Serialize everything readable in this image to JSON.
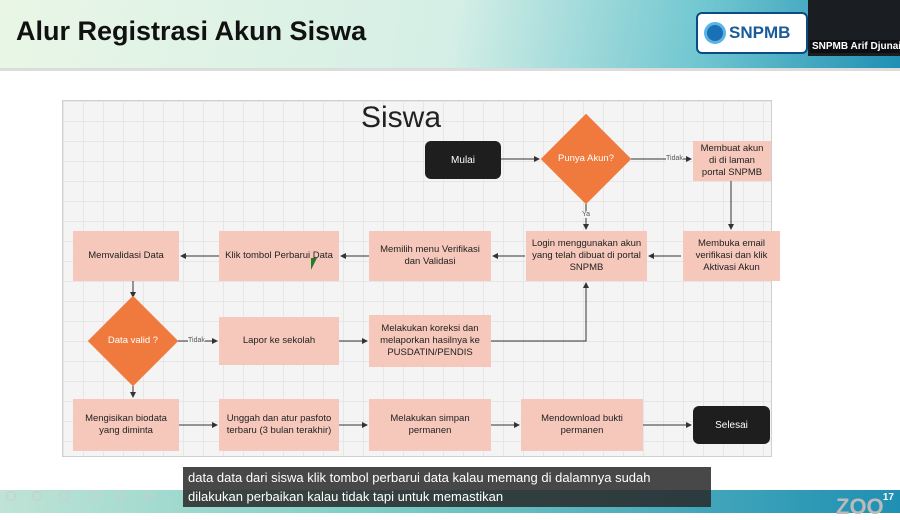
{
  "header": {
    "title": "Alur Registrasi Akun Siswa",
    "logo_text": "SNPMB",
    "participant_name": "SNPMB Arif Djunaidy"
  },
  "diagram": {
    "title": "Siswa",
    "start": "Mulai",
    "end": "Selesai",
    "decision_account": "Punya Akun?",
    "decision_valid": "Data valid ?",
    "label_no_account": "Tidak",
    "label_yes_account": "Ya",
    "label_no_valid": "Tidak",
    "steps": {
      "create_account": "Membuat akun di di laman portal SNPMB",
      "open_email": "Membuka email verifikasi dan klik Aktivasi Akun",
      "login": "Login menggunakan akun yang telah dibuat di portal SNPMB",
      "choose_menu": "Memilih menu Verifikasi dan Validasi",
      "click_update": "Klik tombol Perbarui Data",
      "validate": "Memvalidasi Data",
      "report_school": "Lapor ke sekolah",
      "correction": "Melakukan koreksi dan melaporkan hasilnya ke PUSDATIN/PENDIS",
      "fill_biodata": "Mengisikan biodata yang diminta",
      "upload_photo": "Unggah dan atur pasfoto terbaru (3 bulan terakhir)",
      "save_permanent": "Melakukan simpan permanen",
      "download_proof": "Mendownload bukti permanen"
    }
  },
  "caption": "data data dari siswa klik tombol perbarui data kalau memang di dalamnya sudah dilakukan perbaikan kalau tidak tapi untuk memastikan",
  "page_number": "17",
  "zoom_watermark": "ZOO"
}
